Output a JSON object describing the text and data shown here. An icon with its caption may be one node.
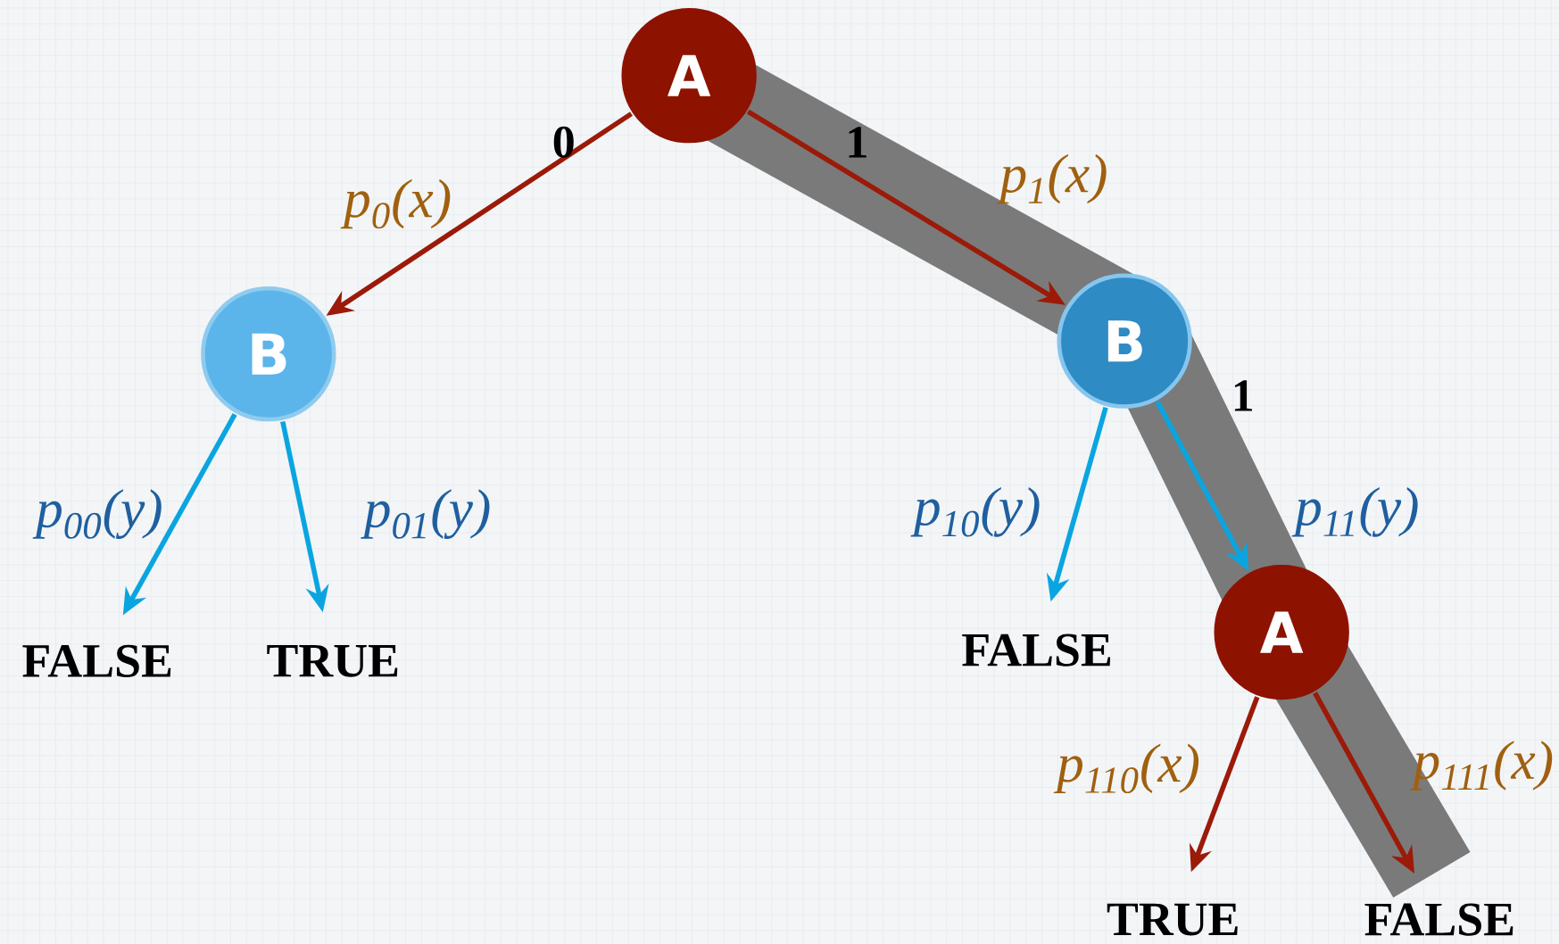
{
  "diagram": {
    "nodes": [
      {
        "text": [
          "A"
        ]
      },
      {
        "text": [
          "B"
        ]
      },
      {
        "text": [
          "B"
        ]
      },
      {
        "text": [
          "A"
        ]
      },
      {
        "text": [
          "FALSE"
        ]
      },
      {
        "text": [
          "TRUE"
        ]
      },
      {
        "text": [
          "FALSE"
        ]
      },
      {
        "text": [
          "TRUE"
        ]
      },
      {
        "text": [
          "FALSE"
        ]
      }
    ],
    "edges": [
      {
        "from": 0,
        "to": 1,
        "arrow": "to",
        "label": "0"
      },
      {
        "from": 0,
        "to": 2,
        "arrow": "to",
        "label": "1"
      },
      {
        "from": 1,
        "to": 4,
        "arrow": "to",
        "color": "#0aa5e0"
      },
      {
        "from": 1,
        "to": 5,
        "arrow": "to",
        "color": "#0aa5e0"
      },
      {
        "from": 2,
        "to": 6,
        "arrow": "to",
        "color": "#0aa5e0"
      },
      {
        "from": 2,
        "to": 3,
        "arrow": "to",
        "label": "1",
        "color": "#0aa5e0"
      },
      {
        "from": 3,
        "to": 7,
        "arrow": "to"
      },
      {
        "from": 3,
        "to": 8,
        "arrow": "to"
      }
    ],
    "labels": [
      "p$_{0}$(x)",
      "p$_{1}$(x)",
      "p$_{00}$(y)",
      "p$_{01}$(y)",
      "p$_{10}$(y)",
      "p$_{11}$(y)",
      "p$_{110}$(x)",
      "p$_{111}$(x)"
    ]
  }
}
